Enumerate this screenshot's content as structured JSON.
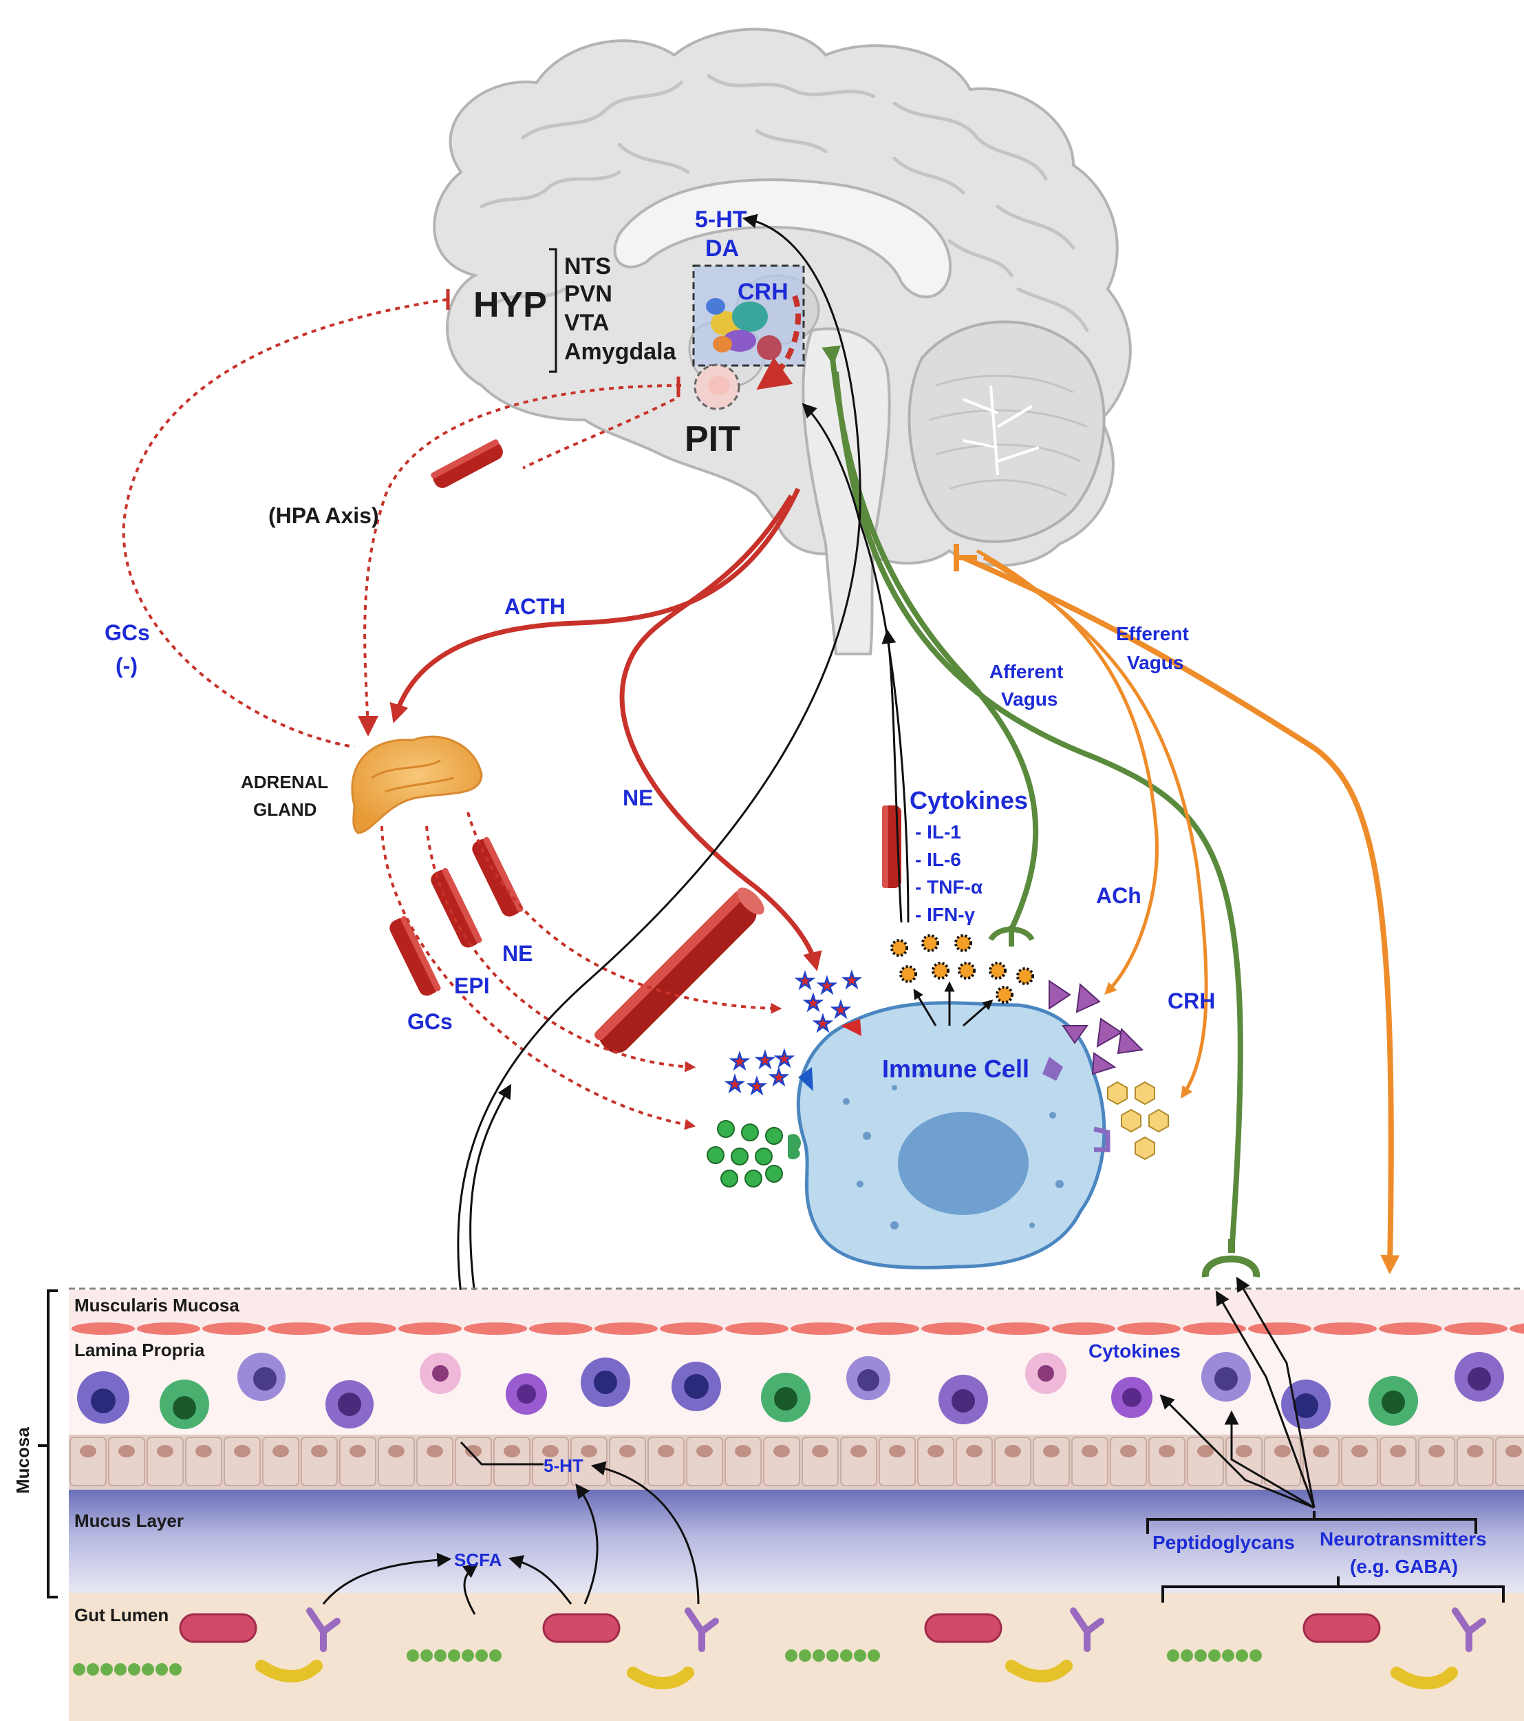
{
  "labels": {
    "hyp": "HYP",
    "nts": "NTS",
    "pvn": "PVN",
    "vta": "VTA",
    "amygdala": "Amygdala",
    "pit": "PIT",
    "ht5_top": "5-HT",
    "da": "DA",
    "crh_brain": "CRH",
    "hpa_axis": "(HPA Axis)",
    "acth": "ACTH",
    "gcs_feedback": "GCs",
    "gcs_negative": "(-)",
    "adrenal_line1": "ADRENAL",
    "adrenal_line2": "GLAND",
    "ne_mid": "NE",
    "ne_low": "NE",
    "epi": "EPI",
    "gcs_low": "GCs",
    "cytokines": "Cytokines",
    "il1": "- IL-1",
    "il6": "- IL-6",
    "tnfa": "- TNF-α",
    "ifng": "- IFN-γ",
    "afferent_1": "Afferent",
    "afferent_2": "Vagus",
    "efferent_1": "Efferent",
    "efferent_2": "Vagus",
    "ach": "ACh",
    "crh_right": "CRH",
    "immune_cell": "Immune Cell",
    "muscularis": "Muscularis Mucosa",
    "lamina": "Lamina Propria",
    "mucus": "Mucus Layer",
    "lumen": "Gut Lumen",
    "mucosa": "Mucosa",
    "ht5_gut": "5-HT",
    "scfa": "SCFA",
    "cytokines_gut": "Cytokines",
    "peptidoglycans": "Peptidoglycans",
    "neuro_1": "Neurotransmitters",
    "neuro_2": "(e.g. GABA)"
  },
  "colors": {
    "hpa_red": "#c8322a",
    "afferent_green": "#5a8a3c",
    "efferent_orange": "#ee8c2a",
    "label_blue": "#1c2bd6",
    "immune_cell": "#bcd9ee",
    "brain_gray": "#e2e2e2"
  }
}
